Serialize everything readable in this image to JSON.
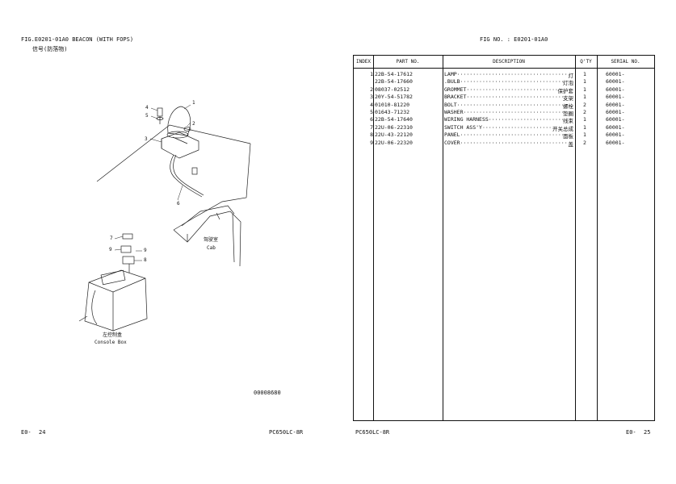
{
  "left_page": {
    "title": "FIG.E0201-01A0 BEACON (WITH FOPS)",
    "subtitle": "信号(防落物)",
    "diagram_id": "00008680",
    "label_cab_cn": "驾驶室",
    "label_cab_en": "Cab",
    "label_console_cn": "左控制盒",
    "label_console_en": "Console Box",
    "callouts": [
      "1",
      "2",
      "3",
      "4",
      "5",
      "6",
      "7",
      "8",
      "9",
      "9"
    ],
    "footer_code": "E0-",
    "footer_page": "24",
    "footer_model": "PC650LC-8R"
  },
  "right_page": {
    "fig_no": "FIG NO. : E0201-01A0",
    "headers": {
      "index": "INDEX",
      "part_no": "PART  NO.",
      "description": "DESCRIPTION",
      "qty": "Q'TY",
      "serial": "SERIAL NO."
    },
    "rows": [
      {
        "index": "1",
        "part_no": "22B-54-17612",
        "desc_en": "LAMP",
        "desc_cn": "灯",
        "qty": "1",
        "serial": "60001-"
      },
      {
        "index": "",
        "part_no": "22B-54-17660",
        "desc_en": ".BULB",
        "desc_cn": "灯泡",
        "qty": "1",
        "serial": "60001-"
      },
      {
        "index": "2",
        "part_no": "08037-02512",
        "desc_en": "GROMMET",
        "desc_cn": "保护套",
        "qty": "1",
        "serial": "60001-"
      },
      {
        "index": "3",
        "part_no": "20Y-54-51782",
        "desc_en": "BRACKET",
        "desc_cn": "支架",
        "qty": "1",
        "serial": "60001-"
      },
      {
        "index": "4",
        "part_no": "01010-81220",
        "desc_en": "BOLT",
        "desc_cn": "螺栓",
        "qty": "2",
        "serial": "60001-"
      },
      {
        "index": "5",
        "part_no": "01643-71232",
        "desc_en": "WASHER",
        "desc_cn": "垫圈",
        "qty": "2",
        "serial": "60001-"
      },
      {
        "index": "6",
        "part_no": "22B-54-17640",
        "desc_en": "WIRING HARNESS",
        "desc_cn": "线束",
        "qty": "1",
        "serial": "60001-"
      },
      {
        "index": "7",
        "part_no": "22U-06-22310",
        "desc_en": "SWITCH ASS'Y",
        "desc_cn": "开关总成",
        "qty": "1",
        "serial": "60001-"
      },
      {
        "index": "8",
        "part_no": "22U-43-22120",
        "desc_en": "PANEL",
        "desc_cn": "面板",
        "qty": "1",
        "serial": "60001-"
      },
      {
        "index": "9",
        "part_no": "22U-06-22320",
        "desc_en": "COVER",
        "desc_cn": "盖",
        "qty": "2",
        "serial": "60001-"
      }
    ],
    "footer_model": "PC650LC-8R",
    "footer_code": "E0-",
    "footer_page": "25"
  }
}
